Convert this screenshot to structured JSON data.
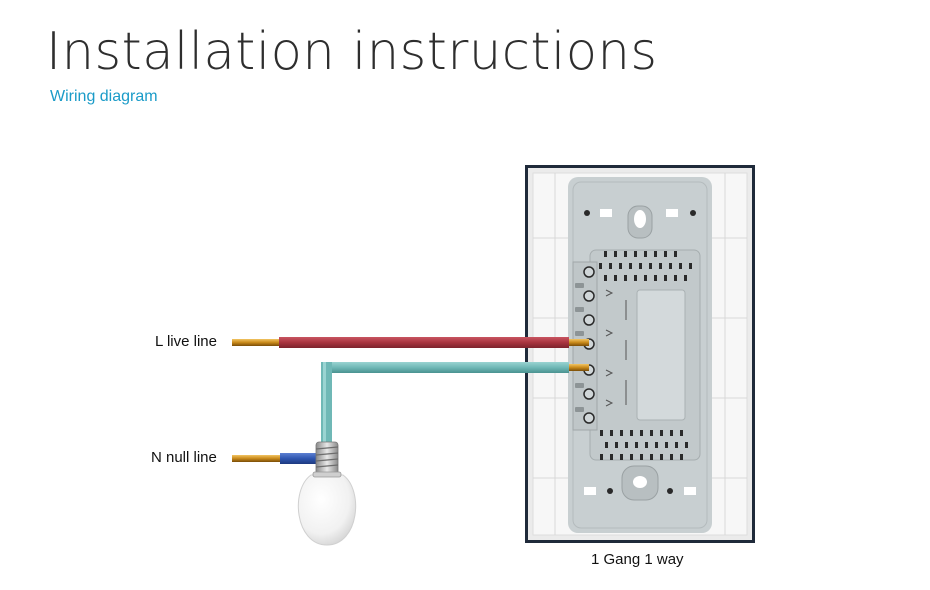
{
  "header": {
    "title": "Installation instructions",
    "subtitle": "Wiring diagram"
  },
  "labels": {
    "live_line": "L live line",
    "null_line": "N null line",
    "switch_type": "1 Gang 1 way"
  },
  "colors": {
    "subtitle": "#1a9bc8",
    "live_wire": "#a8343f",
    "load_wire": "#6fb8b6",
    "null_wire": "#2f56b0",
    "copper": "#c98a1a",
    "panel_frame": "#1f2a3a",
    "switch_body": "#c8cfd1"
  },
  "icons": {
    "bulb": "light-bulb-icon",
    "switch": "wall-switch-back-icon"
  }
}
